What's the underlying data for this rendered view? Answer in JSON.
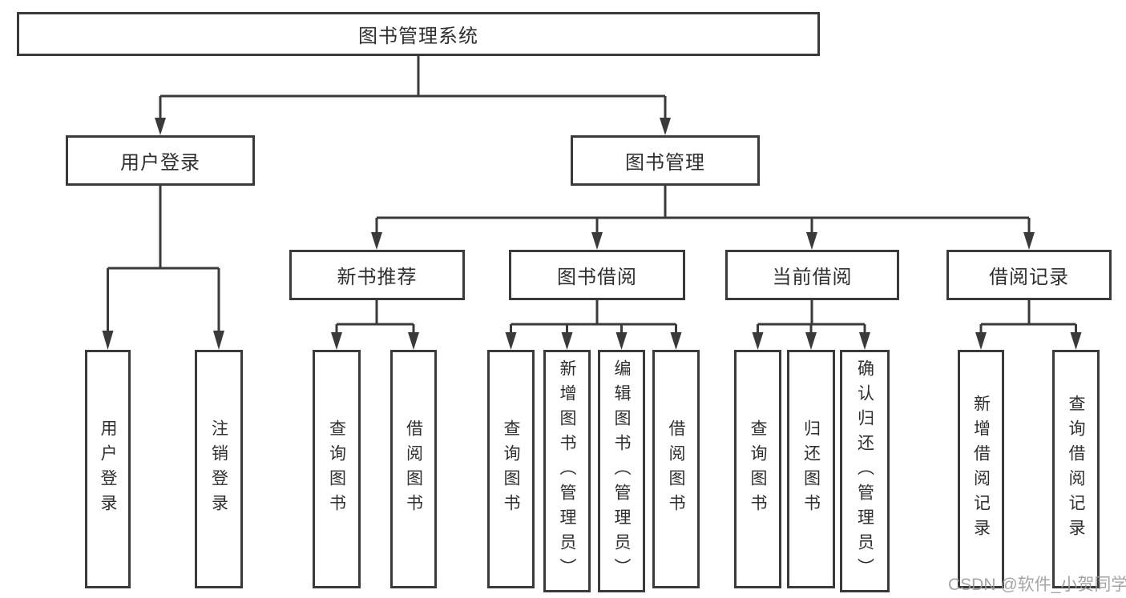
{
  "diagram": {
    "root": {
      "label": "图书管理系统"
    },
    "branches": [
      {
        "label": "用户登录",
        "children": [
          {
            "label": "用户登录"
          },
          {
            "label": "注销登录"
          }
        ]
      },
      {
        "label": "图书管理",
        "children": [
          {
            "label": "新书推荐",
            "children": [
              {
                "label": "查询图书"
              },
              {
                "label": "借阅图书"
              }
            ]
          },
          {
            "label": "图书借阅",
            "children": [
              {
                "label": "查询图书"
              },
              {
                "label": "新增图书（管理员）"
              },
              {
                "label": "编辑图书（管理员）"
              },
              {
                "label": "借阅图书"
              }
            ]
          },
          {
            "label": "当前借阅",
            "children": [
              {
                "label": "查询图书"
              },
              {
                "label": "归还图书"
              },
              {
                "label": "确认归还（管理员）"
              }
            ]
          },
          {
            "label": "借阅记录",
            "children": [
              {
                "label": "新增借阅记录"
              },
              {
                "label": "查询借阅记录"
              }
            ]
          }
        ]
      }
    ]
  },
  "watermark": {
    "text": "CSDN @软件_小贺同学"
  },
  "colors": {
    "line": "#3a3a3a",
    "text": "#2f2f2f",
    "background": "#ffffff",
    "watermark": "#9c9c9c"
  }
}
